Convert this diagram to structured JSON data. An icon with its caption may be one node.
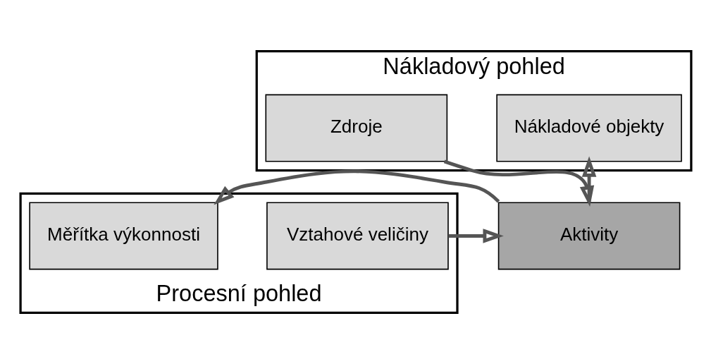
{
  "diagram": {
    "nodes": [
      {
        "text": [
          "Nákladový pohled"
        ]
      },
      {
        "text": [
          "Zdroje"
        ],
        "in": 0
      },
      {
        "text": [
          "Procesní pohled"
        ]
      },
      {
        "text": [
          "Vztahové veličiny"
        ],
        "in": 2
      },
      {
        "text": [
          "Aktivity"
        ]
      },
      {
        "text": [
          "Měřítka výkonnosti"
        ],
        "in": 2
      },
      {
        "text": [
          "Nákladové objekty"
        ],
        "in": 0
      }
    ],
    "edges": [
      {
        "from": 1,
        "to": 4,
        "arrow": "to"
      },
      {
        "from": 3,
        "to": 4,
        "arrow": "to"
      },
      {
        "from": 4,
        "to": 5,
        "arrow": "to"
      },
      {
        "from": 4,
        "to": 6,
        "arrow": "to"
      }
    ]
  }
}
